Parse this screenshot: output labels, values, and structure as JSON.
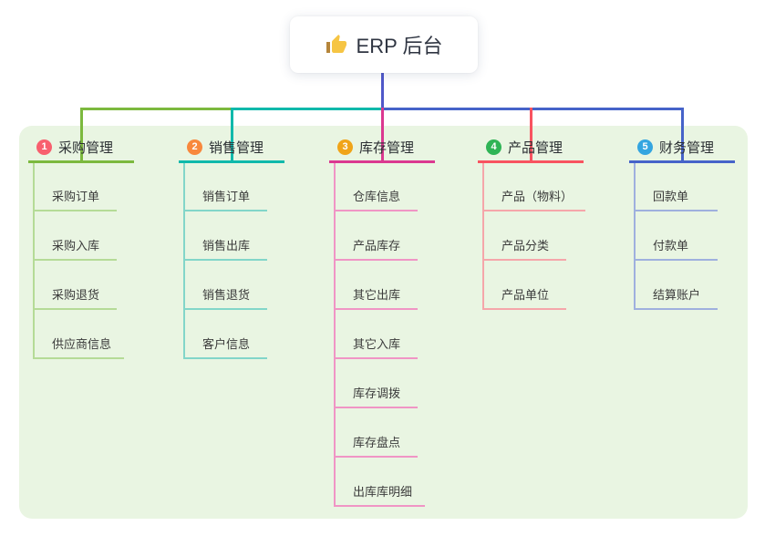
{
  "root": {
    "icon": "thumbs-up",
    "label": "ERP 后台"
  },
  "connector": {
    "root_line_color": "#4f58c9"
  },
  "panel_color": "#e9f5e2",
  "branches": [
    {
      "number": "1",
      "label": "采购管理",
      "badge_color": "#f85f6e",
      "line_color": "#7cb93e",
      "light_color": "#b5db97",
      "children": [
        "采购订单",
        "采购入库",
        "采购退货",
        "供应商信息"
      ]
    },
    {
      "number": "2",
      "label": "销售管理",
      "badge_color": "#f8883c",
      "line_color": "#10b9ab",
      "light_color": "#82d6c9",
      "children": [
        "销售订单",
        "销售出库",
        "销售退货",
        "客户信息"
      ]
    },
    {
      "number": "3",
      "label": "库存管理",
      "badge_color": "#f0a418",
      "line_color": "#db3890",
      "light_color": "#f095c5",
      "children": [
        "仓库信息",
        "产品库存",
        "其它出库",
        "其它入库",
        "库存调拨",
        "库存盘点",
        "出库库明细"
      ]
    },
    {
      "number": "4",
      "label": "产品管理",
      "badge_color": "#2fb456",
      "line_color": "#f85360",
      "light_color": "#f5a6aa",
      "children": [
        "产品（物料）",
        "产品分类",
        "产品单位"
      ]
    },
    {
      "number": "5",
      "label": "财务管理",
      "badge_color": "#34a5e0",
      "line_color": "#4663c9",
      "light_color": "#9fb0de",
      "children": [
        "回款单",
        "付款单",
        "结算账户"
      ]
    }
  ]
}
